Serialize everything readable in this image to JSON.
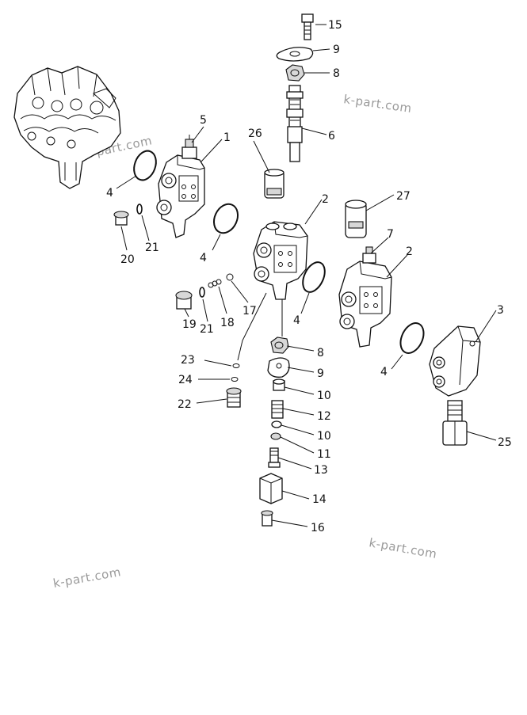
{
  "diagram": {
    "callouts": {
      "p1": "1",
      "p2a": "2",
      "p2b": "2",
      "p3": "3",
      "p4a": "4",
      "p4b": "4",
      "p4c": "4",
      "p4d": "4",
      "p5": "5",
      "p6": "6",
      "p7": "7",
      "p8a": "8",
      "p8b": "8",
      "p9a": "9",
      "p9b": "9",
      "p10a": "10",
      "p10b": "10",
      "p11": "11",
      "p12": "12",
      "p13": "13",
      "p14": "14",
      "p15": "15",
      "p16": "16",
      "p17": "17",
      "p18": "18",
      "p19": "19",
      "p20": "20",
      "p21a": "21",
      "p21b": "21",
      "p22": "22",
      "p23": "23",
      "p24": "24",
      "p25": "25",
      "p26": "26",
      "p27": "27"
    },
    "watermarks": [
      "k-part.com",
      "k-part.com",
      "k-part.com",
      "k-part.com"
    ]
  }
}
